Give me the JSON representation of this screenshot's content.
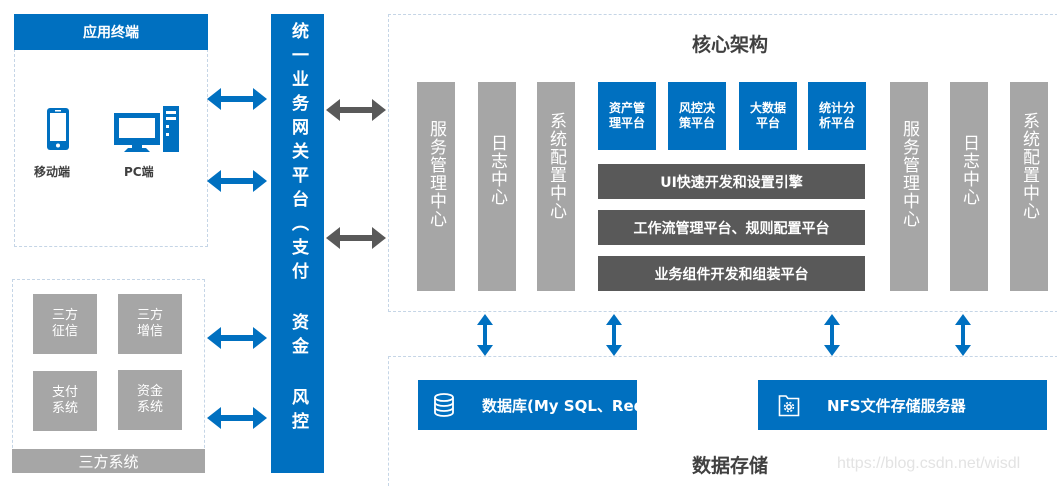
{
  "colors": {
    "primary_blue": "#0070c0",
    "gray": "#a6a6a6",
    "dark_gray": "#595959",
    "dashed_border": "#c5d5e6",
    "title_text": "#404040"
  },
  "app_terminal": {
    "title": "应用终端",
    "items": [
      {
        "label": "移动端",
        "icon": "mobile-phone-icon"
      },
      {
        "label": "PC端",
        "icon": "desktop-computer-icon"
      }
    ]
  },
  "third_party": {
    "items": [
      {
        "line1": "三方",
        "line2": "征信"
      },
      {
        "line1": "三方",
        "line2": "增信"
      },
      {
        "line1": "支付",
        "line2": "系统"
      },
      {
        "line1": "资金",
        "line2": "系统"
      }
    ],
    "footer": "三方系统"
  },
  "gateway": {
    "label": "统一业务网关平台︵支付 资金 风控"
  },
  "core": {
    "title": "核心架构",
    "left_columns": [
      "服务管理中心",
      "日志中心",
      "系统配置中心"
    ],
    "right_columns": [
      "服务管理中心",
      "日志中心",
      "系统配置中心"
    ],
    "platforms": [
      {
        "line1": "资产管",
        "line2": "理平台"
      },
      {
        "line1": "风控决",
        "line2": "策平台"
      },
      {
        "line1": "大数据",
        "line2": "平台"
      },
      {
        "line1": "统计分",
        "line2": "析平台"
      }
    ],
    "bars": [
      "UI快速开发和设置引擎",
      "工作流管理平台、规则配置平台",
      "业务组件开发和组装平台"
    ]
  },
  "storage": {
    "title": "数据存储",
    "database": {
      "label": "数据库(My SQL、Redis)",
      "icon": "database-icon"
    },
    "nfs": {
      "label": "NFS文件存储服务器",
      "icon": "folder-gear-icon"
    }
  },
  "watermark": "https://blog.csdn.net/wisdl"
}
